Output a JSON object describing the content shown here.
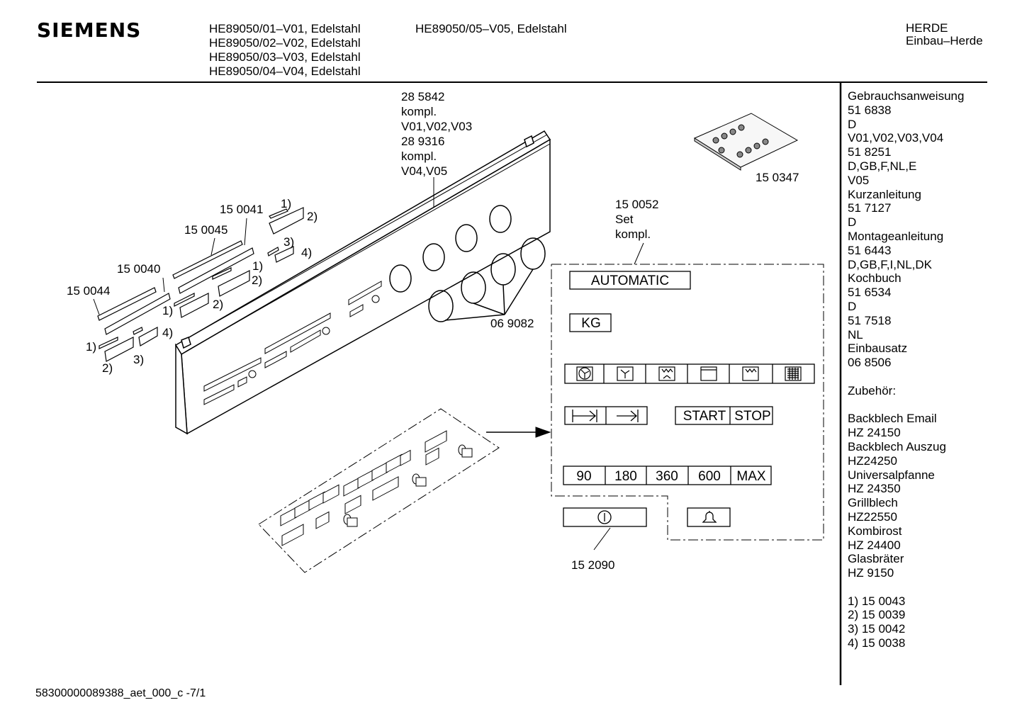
{
  "header": {
    "brand": "SIEMENS",
    "models_col1": [
      "HE89050/01–V01, Edelstahl",
      "HE89050/02–V02, Edelstahl",
      "HE89050/03–V03, Edelstahl",
      "HE89050/04–V04, Edelstahl"
    ],
    "models_col2": [
      "HE89050/05–V05, Edelstahl"
    ],
    "category": "HERDE",
    "subcategory": "Einbau–Herde"
  },
  "sidebar": {
    "lines": [
      "Gebrauchsanweisung",
      "51 6838",
      "D",
      "V01,V02,V03,V04",
      "51 8251",
      "D,GB,F,NL,E",
      "V05",
      "Kurzanleitung",
      "51 7127",
      "D",
      "Montageanleitung",
      "51 6443",
      "D,GB,F,I,NL,DK",
      "Kochbuch",
      "51 6534",
      "D",
      "51 7518",
      "NL",
      "Einbausatz",
      "06 8506",
      "",
      "Zubehör:",
      "",
      "Backblech Email",
      "HZ 24150",
      "Backblech Auszug",
      "HZ24250",
      "Universalpfanne",
      "HZ 24350",
      "Grillblech",
      "HZ22550",
      "Kombirost",
      "HZ 24400",
      "Glasbräter",
      "HZ 9150",
      "",
      "1) 15 0043",
      "2) 15 0039",
      "3) 15 0042",
      "4) 15 0038"
    ]
  },
  "diagram": {
    "panel_label": [
      "28 5842",
      "kompl.",
      "V01,V02,V03",
      "28 9316",
      "kompl.",
      "V04,V05"
    ],
    "screws_label": "15 0347",
    "set_label": [
      "15 0052",
      "Set",
      "kompl."
    ],
    "knob_rings_label": "06 9082",
    "strip_labels": {
      "p150041": "15 0041",
      "p150045": "15 0045",
      "p150040": "15 0040",
      "p150044": "15 0044"
    },
    "callouts": {
      "c1a": "1)",
      "c2a": "2)",
      "c3a": "3)",
      "c4a": "4)",
      "c1b": "1)",
      "c2b": "2)",
      "c1c": "1)",
      "c2c": "2)",
      "c4c": "4)",
      "c1d": "1)",
      "c3d": "3)",
      "c2d": "2)"
    },
    "set_buttons": {
      "automatic": "AUTOMATIC",
      "kg": "KG",
      "start": "START",
      "stop": "STOP"
    },
    "times": [
      "90",
      "180",
      "360",
      "600",
      "MAX"
    ],
    "power_label": "15 2090",
    "mode_icons": [
      "fan-hotair-icon",
      "fan-icon",
      "fan-grill-icon",
      "conventional-heat-icon",
      "grill-icon",
      "full-grill-icon"
    ]
  },
  "footer": {
    "doc_id": "58300000089388_aet_000_c",
    "page": "-7/1"
  }
}
